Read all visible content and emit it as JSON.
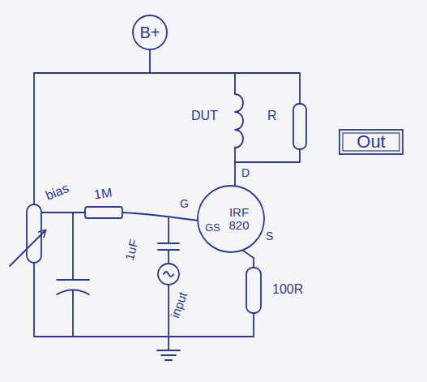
{
  "diagram": {
    "nodes": [
      {
        "text": [
          "B+"
        ]
      },
      {
        "text": [
          "IRF 820"
        ]
      },
      {
        "text": [
          "Out"
        ]
      }
    ],
    "labels": [
      "DUT",
      "R",
      "bias",
      "1M",
      "G",
      "GS",
      "D",
      "S",
      "1uF",
      "input",
      "100R"
    ]
  }
}
